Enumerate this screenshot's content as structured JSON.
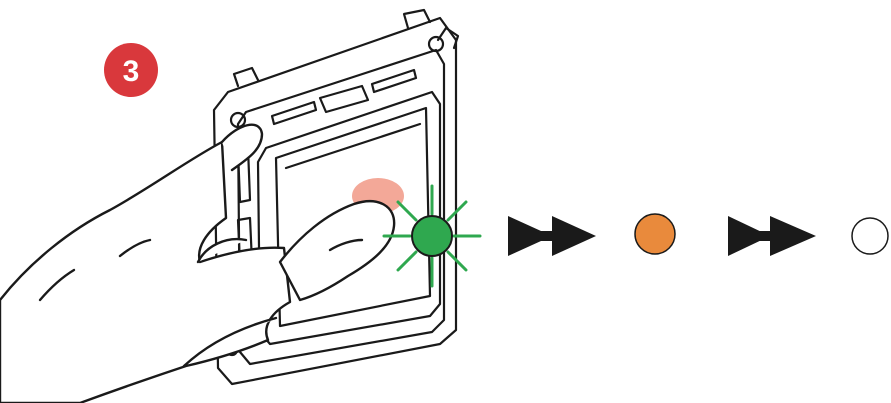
{
  "step": {
    "number": "3",
    "badge_color": "#d9383c"
  },
  "sequence": [
    {
      "state": "led-green",
      "color": "#2fa84f"
    },
    {
      "state": "led-orange",
      "color": "#e98a3c"
    },
    {
      "state": "led-off",
      "color": "#ffffff"
    }
  ],
  "colors": {
    "stroke": "#1a1a1a",
    "press_highlight": "#f3a898",
    "arrow": "#1a1a1a"
  },
  "icons": {
    "hand": "hand-pressing-icon",
    "device": "switch-mechanism-icon",
    "arrow": "double-arrow-right-icon"
  }
}
